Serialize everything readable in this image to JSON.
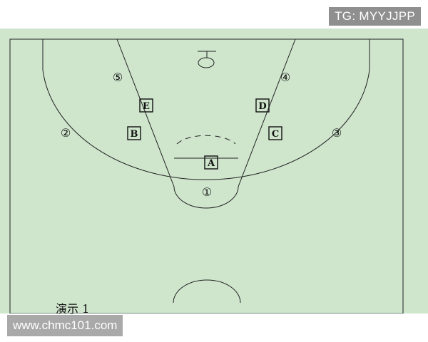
{
  "watermarks": {
    "top_right": "TG: MYYJJPP",
    "bottom_left": "www.chmc101.com"
  },
  "caption": "演示 1",
  "players": {
    "defenders": [
      "A",
      "B",
      "C",
      "D",
      "E"
    ],
    "offense": [
      "①",
      "②",
      "③",
      "④",
      "⑤"
    ]
  },
  "colors": {
    "court": "#cfe6cd",
    "lines": "#222222",
    "watermark_bg": "#8f8f8f"
  }
}
